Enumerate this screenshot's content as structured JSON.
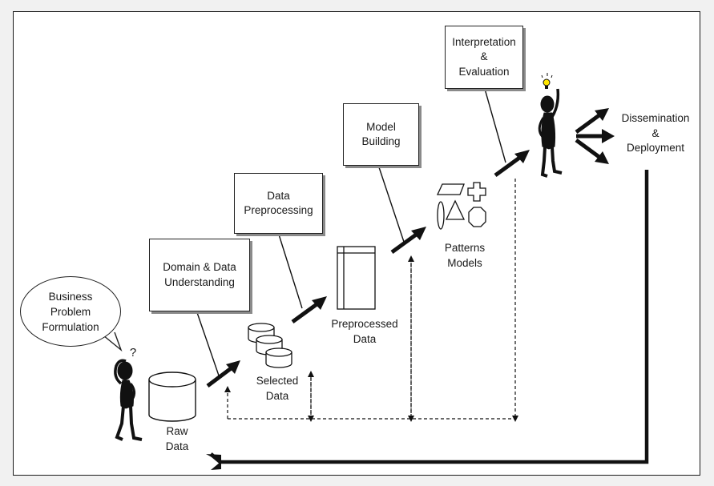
{
  "notes": {
    "domain": "Domain & Data\nUnderstanding",
    "preprocessing": "Data\nPreprocessing",
    "model": "Model\nBuilding",
    "interpretation": "Interpretation\n&\nEvaluation"
  },
  "bubble": "Business\nProblem\nFormulation",
  "labels": {
    "raw": "Raw\nData",
    "selected": "Selected\nData",
    "preprocessed": "Preprocessed\nData",
    "patterns": "Patterns\nModels",
    "dissemination": "Dissemination\n&\nDeployment",
    "question": "?"
  }
}
